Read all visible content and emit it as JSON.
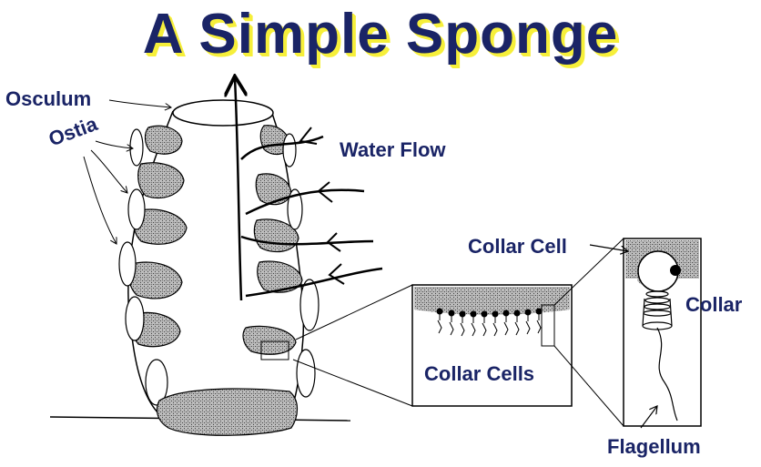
{
  "title": "A Simple Sponge",
  "labels": {
    "osculum": "Osculum",
    "ostia": "Ostia",
    "water_flow": "Water Flow",
    "collar_cell": "Collar Cell",
    "collar": "Collar",
    "collar_cells": "Collar Cells",
    "flagellum": "Flagellum"
  },
  "colors": {
    "title": "#1a2466",
    "title_shadow": "#f6ef3a",
    "label": "#1a2466",
    "stipple": "#8c8c8c"
  }
}
